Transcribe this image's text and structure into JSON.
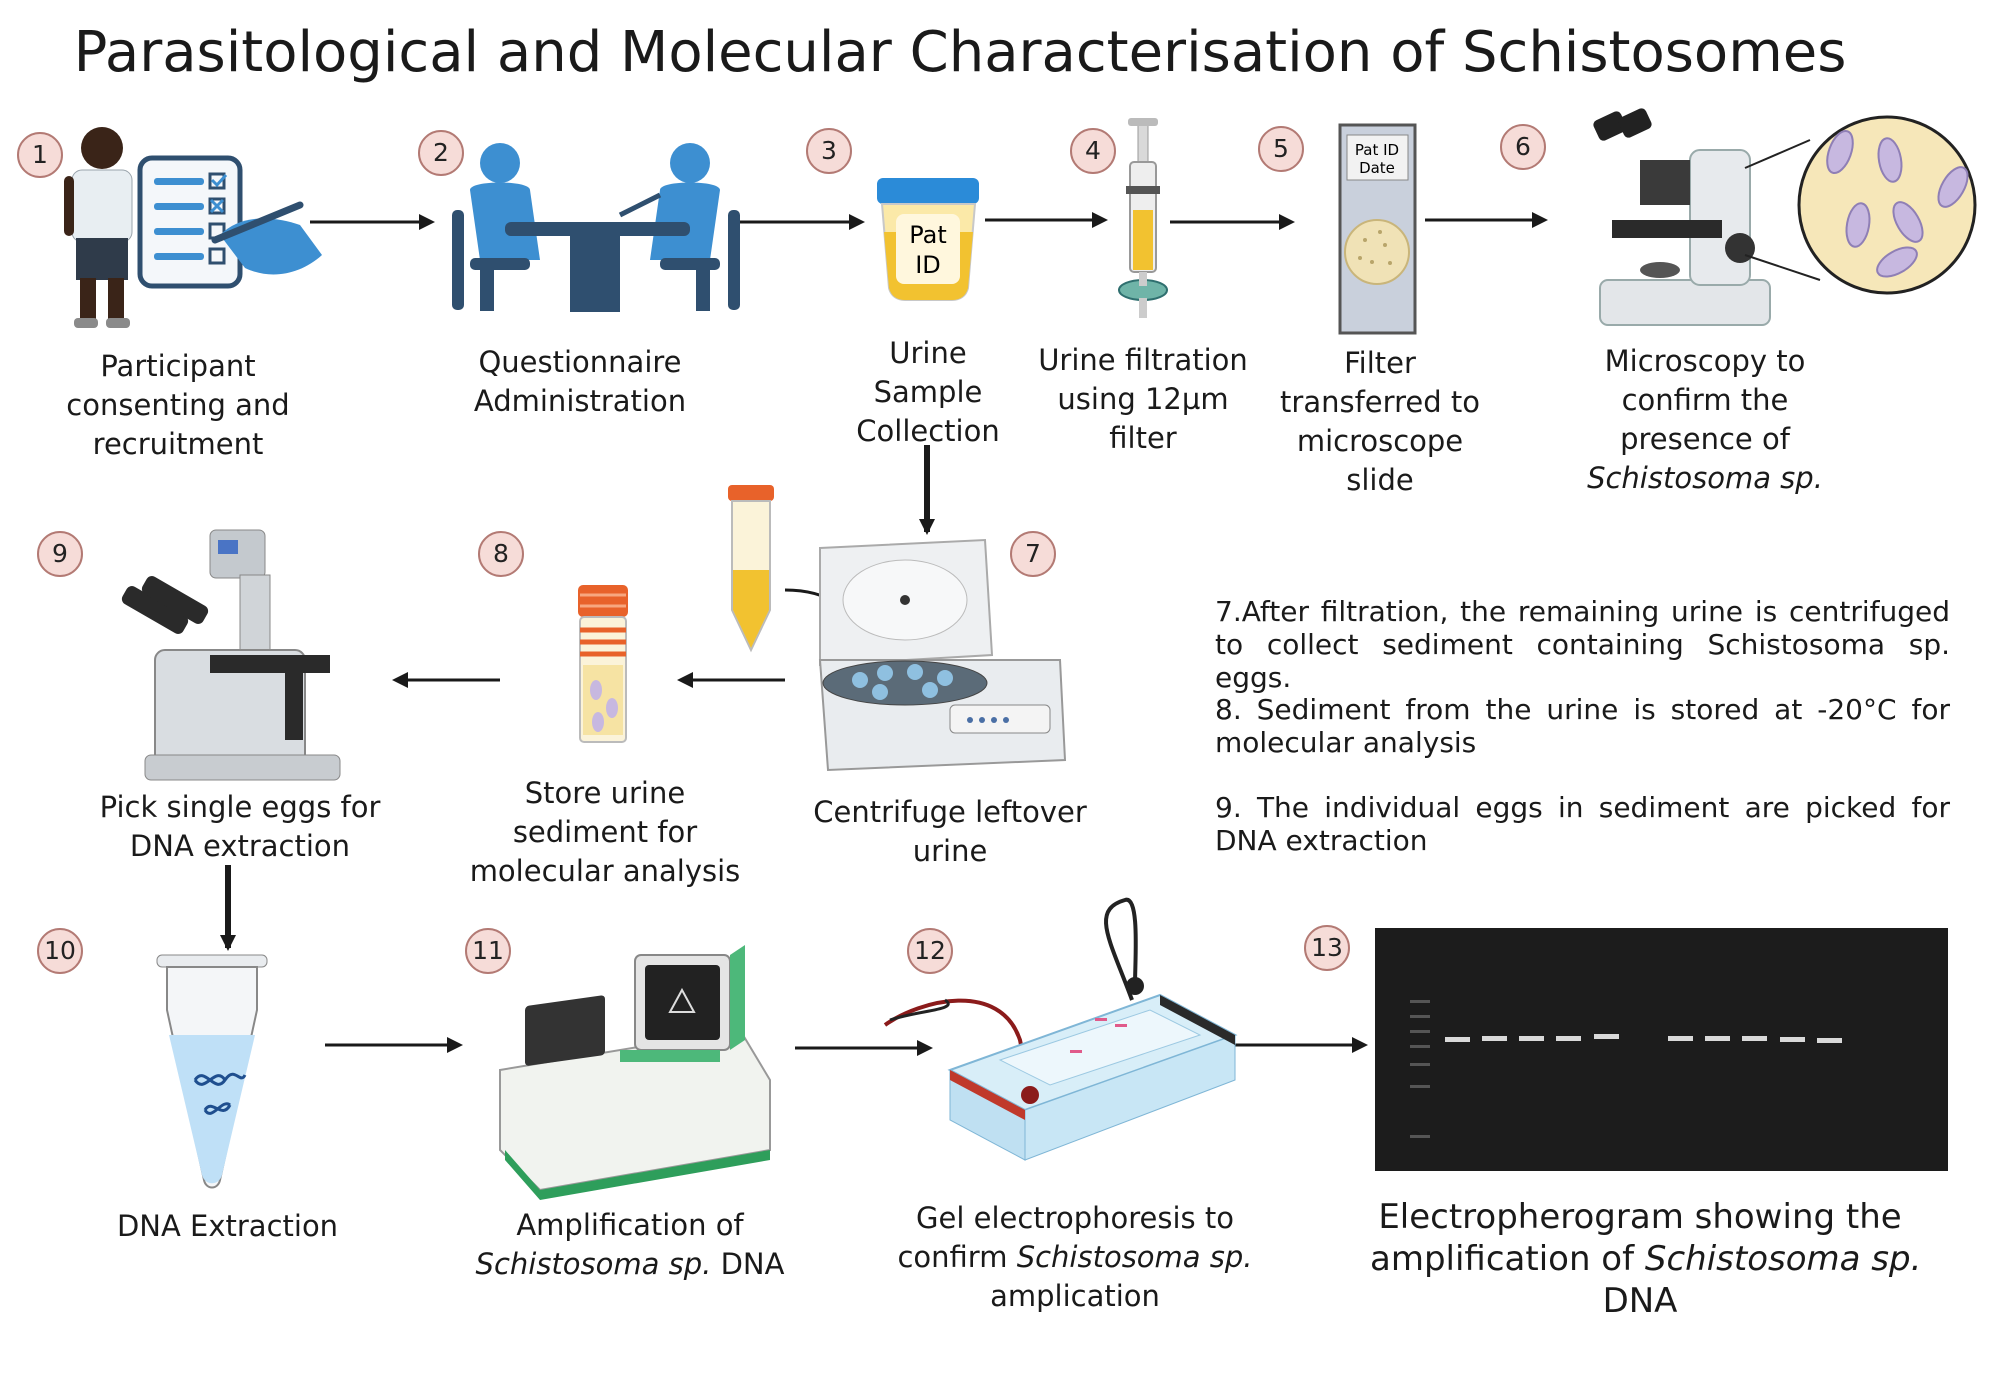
{
  "title": "Parasitological and Molecular Characterisation of Schistosomes",
  "steps": [
    {
      "num": "1",
      "caption": [
        "Participant",
        "consenting and",
        "recruitment"
      ]
    },
    {
      "num": "2",
      "caption": [
        "Questionnaire",
        "Administration"
      ]
    },
    {
      "num": "3",
      "caption": [
        "Urine",
        "Sample",
        "Collection"
      ],
      "label": [
        "Pat",
        "ID"
      ]
    },
    {
      "num": "4",
      "caption": [
        "Urine filtration",
        "using 12µm",
        "filter"
      ]
    },
    {
      "num": "5",
      "caption": [
        "Filter",
        "transferred to",
        "microscope",
        "slide"
      ],
      "label": [
        "Pat ID",
        "Date"
      ]
    },
    {
      "num": "6",
      "caption": [
        "Microscopy to",
        "confirm the",
        "presence of"
      ],
      "caption_italic": "Schistosoma sp."
    },
    {
      "num": "7",
      "caption": [
        "Centrifuge leftover",
        "urine"
      ]
    },
    {
      "num": "8",
      "caption": [
        "Store urine",
        "sediment for",
        "molecular analysis"
      ]
    },
    {
      "num": "9",
      "caption": [
        "Pick single eggs for",
        "DNA extraction"
      ]
    },
    {
      "num": "10",
      "caption": [
        "DNA Extraction"
      ]
    },
    {
      "num": "11",
      "caption": [
        "Amplification of"
      ],
      "caption_line2_italic": "Schistosoma sp.",
      "caption_line2_rest": " DNA"
    },
    {
      "num": "12",
      "caption": [
        "Gel electrophoresis to"
      ],
      "caption_line2_pre": "confirm ",
      "caption_line2_italic": "Schistosoma sp.",
      "caption_line3": "amplication"
    },
    {
      "num": "13",
      "caption": [
        "Electropherogram showing the"
      ],
      "caption_line2_pre": "amplification of ",
      "caption_line2_italic": "Schistosoma sp.",
      "caption_line3": "DNA"
    }
  ],
  "notes": [
    {
      "line1": "7.After  filtration,  the  remaining  urine  is  centrifuged",
      "line2": "to collect sediment containing Schistosoma sp. eggs."
    },
    {
      "line1": "8.  Sediment  from  the  urine  is   stored  at  -20°C   for",
      "line2": "molecular analysis"
    },
    {
      "line1": "9.  The  individual   eggs  in  sediment  are  picked  for",
      "line2": "DNA  extraction"
    }
  ],
  "colors": {
    "num_fill": "#f6dcd8",
    "num_border": "#b37a74",
    "person_blue": "#3d8fd1",
    "table_dark": "#2f4f6f",
    "urine": "#f2c230",
    "cap_blue": "#2b8bd8",
    "tube_orange": "#e8622a",
    "gel_bg": "#1c1c1c",
    "arrow": "#1a1a1a"
  }
}
